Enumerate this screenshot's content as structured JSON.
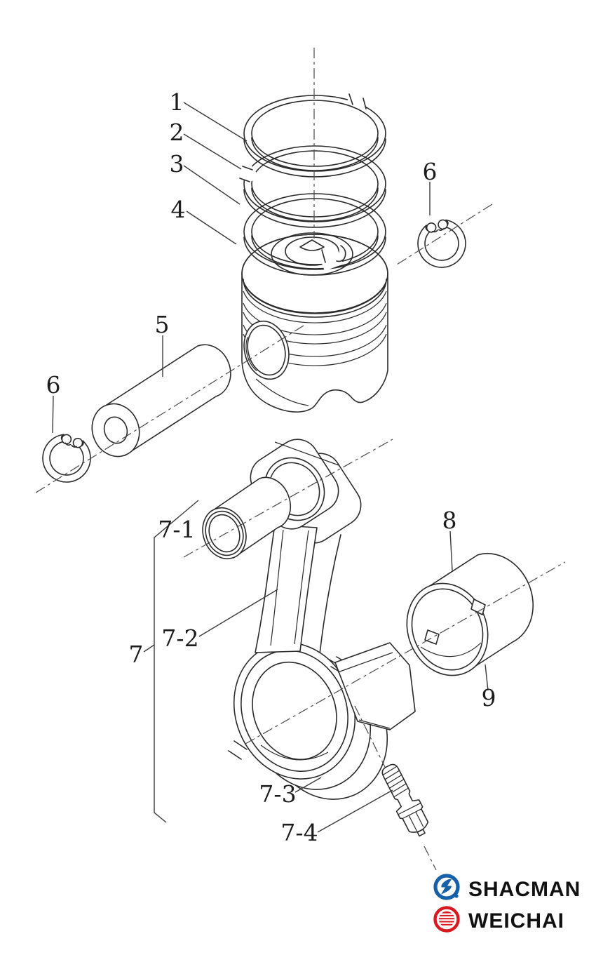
{
  "diagram": {
    "type": "exploded-parts-diagram",
    "subject": "piston and connecting rod assembly",
    "callouts": [
      "1",
      "2",
      "3",
      "4",
      "5",
      "6",
      "6",
      "7",
      "7-1",
      "7-2",
      "7-3",
      "7-4",
      "8",
      "9"
    ]
  },
  "branding": {
    "logos": [
      {
        "name": "SHACMAN",
        "color": "#1560a8"
      },
      {
        "name": "WEICHAI",
        "color": "#d71920"
      }
    ]
  },
  "colors": {
    "line": "#2a2a2a",
    "background": "#ffffff"
  }
}
